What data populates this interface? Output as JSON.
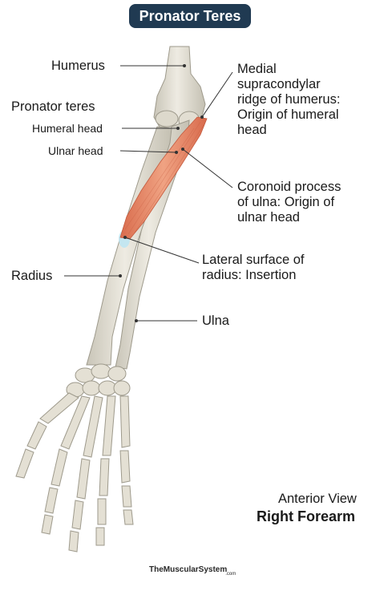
{
  "title": "Pronator Teres",
  "labels": {
    "humerus": "Humerus",
    "pronator_teres": "Pronator teres",
    "humeral_head": "Humeral head",
    "ulnar_head": "Ulnar head",
    "radius": "Radius",
    "ulna": "Ulna",
    "medial_ridge": [
      "Medial",
      "supracondylar",
      "ridge of humerus:",
      "Origin of humeral",
      "head"
    ],
    "coronoid": [
      "Coronoid process",
      "of ulna: Origin of",
      "ulnar head"
    ],
    "lateral_surface": [
      "Lateral surface of",
      "radius: Insertion"
    ]
  },
  "view": {
    "line1": "Anterior View",
    "line2": "Right Forearm"
  },
  "credit": {
    "name": "TheMuscularSystem",
    "tld": ".com"
  },
  "colors": {
    "title_bg": "#203a52",
    "bone": "#e6e2d6",
    "muscle": "#e58a6a",
    "insertion": "#bfe6f2"
  }
}
